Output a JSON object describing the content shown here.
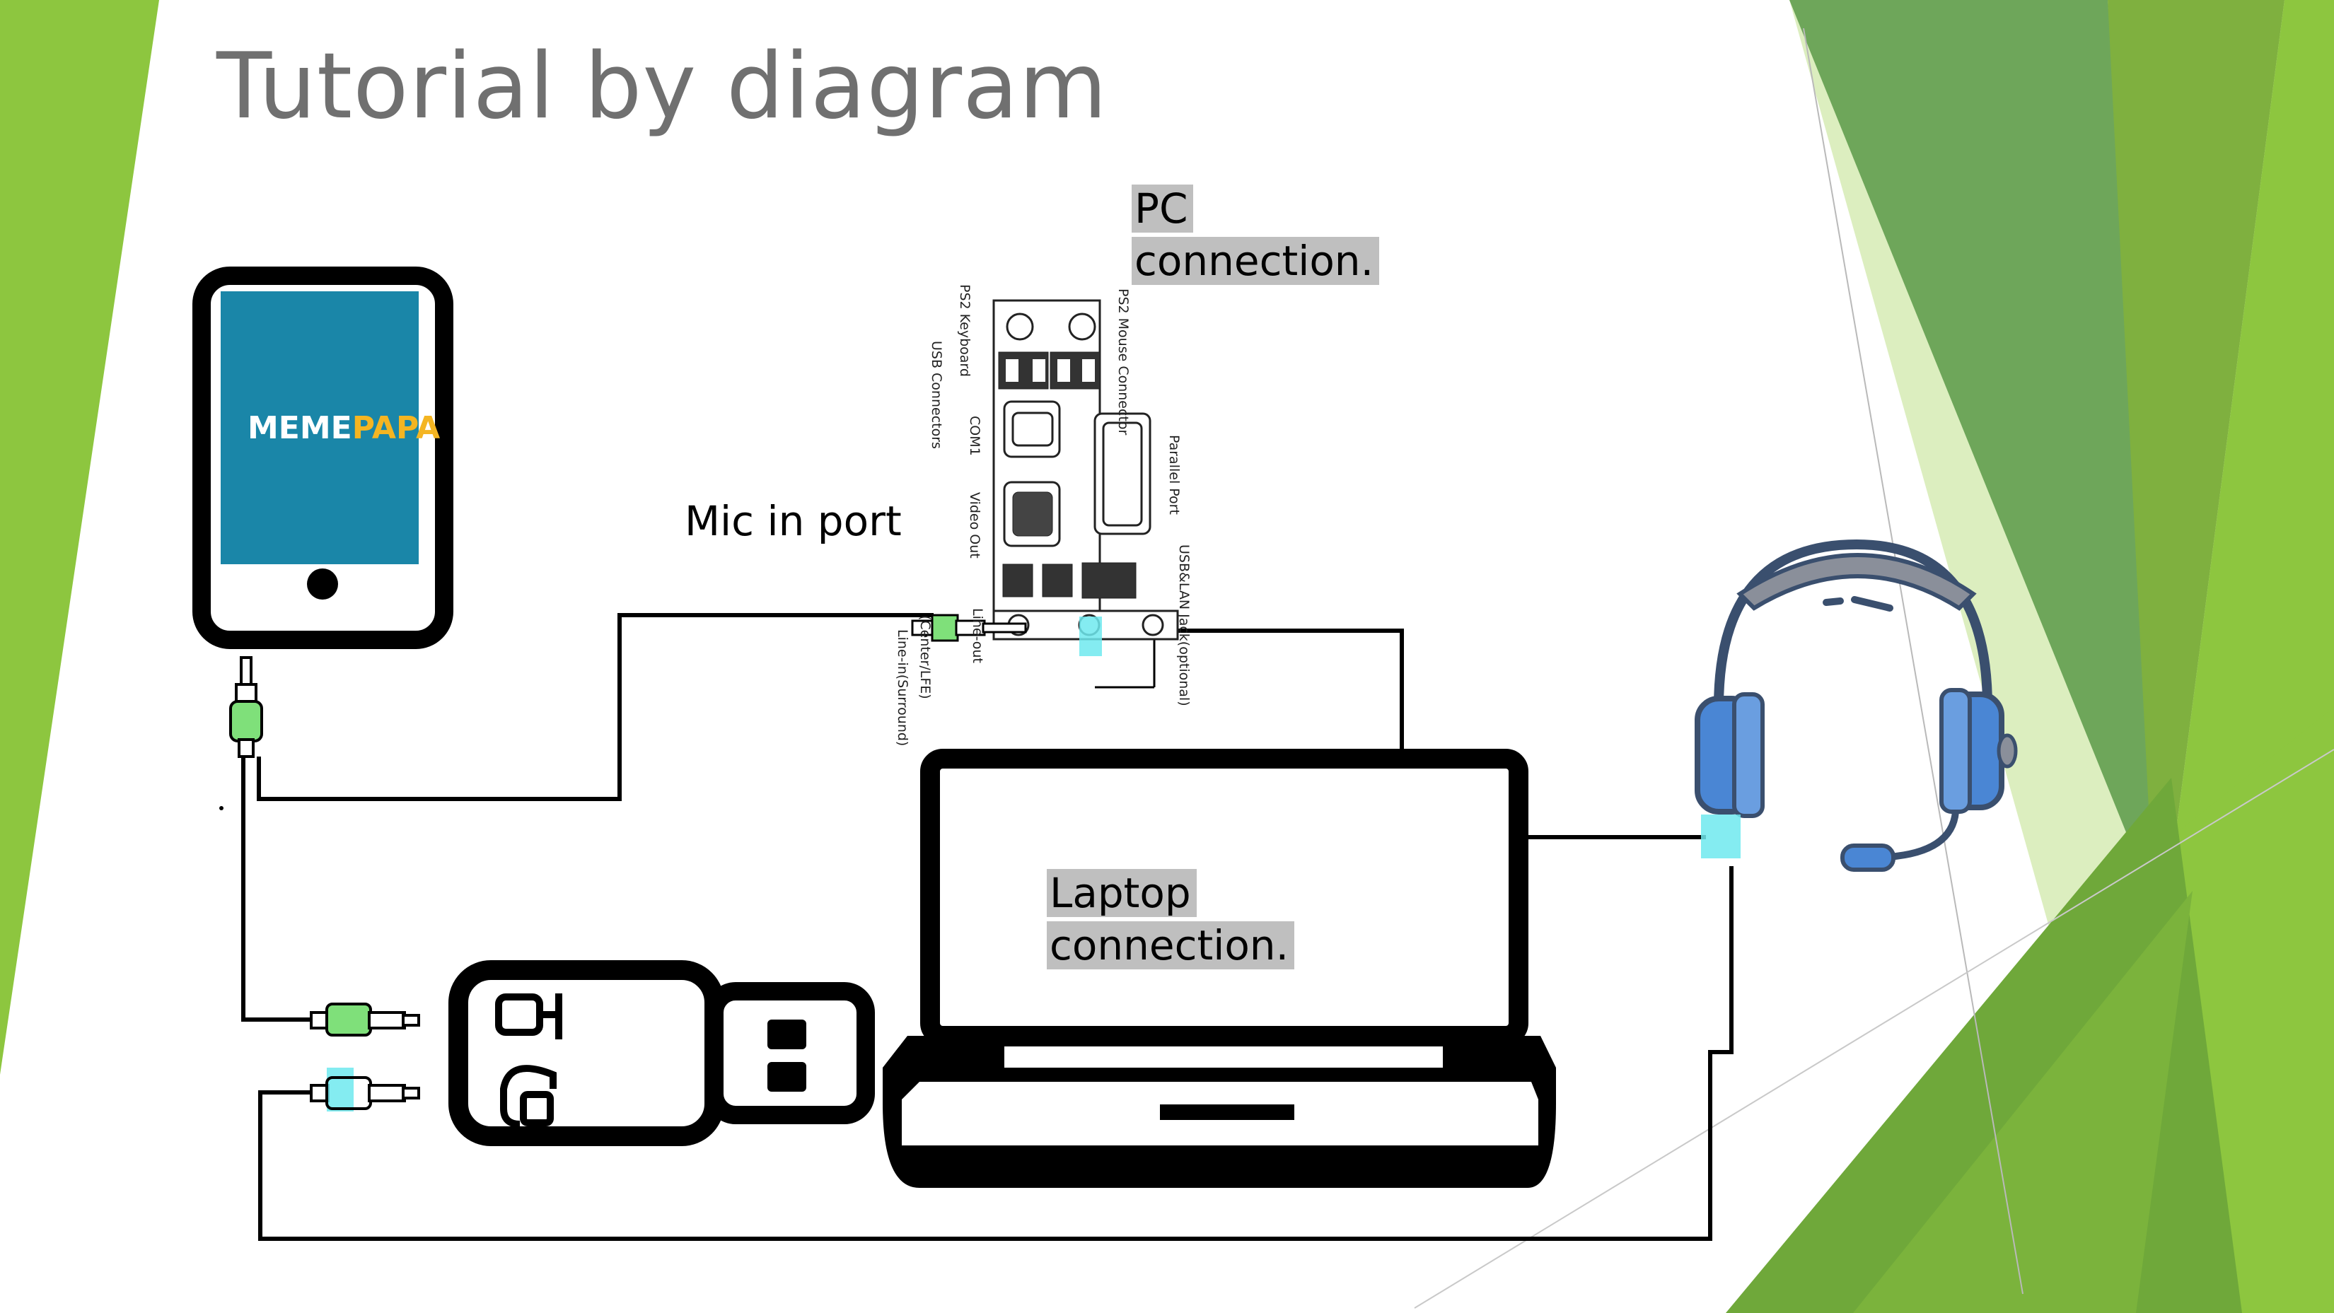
{
  "slide": {
    "title": "Tutorial by diagram"
  },
  "labels": {
    "pc_line1": "PC",
    "pc_line2": "connection.",
    "laptop_line1": "Laptop",
    "laptop_line2": "connection.",
    "mic_port": "Mic in port"
  },
  "phone": {
    "app_part1": "MEME",
    "app_part2": "PAPA"
  },
  "pc_panel": {
    "ports": [
      "PS2 Keyboard",
      "PS2 Mouse Connector",
      "USB Connectors",
      "COM1",
      "Parallel Port",
      "Video Out",
      "USB&LAN Jack(optional)",
      "Line-out",
      "(Center/LFE)",
      "Line-in(Surround)"
    ]
  },
  "colors": {
    "green_plug": "#7fe07a",
    "cyan_plug": "#6fe9ee",
    "phone_screen": "#1a86a8",
    "brand_white": "#ffffff",
    "brand_yellow": "#f4b522",
    "deco_light_green": "#8dc63f",
    "deco_mid_green": "#6fa83a",
    "deco_dark_green": "#4a8a2e",
    "headset_blue": "#4a86d4",
    "headset_outline": "#3a4f6e",
    "label_highlight": "#bfbfbf",
    "title_gray": "#707070"
  }
}
